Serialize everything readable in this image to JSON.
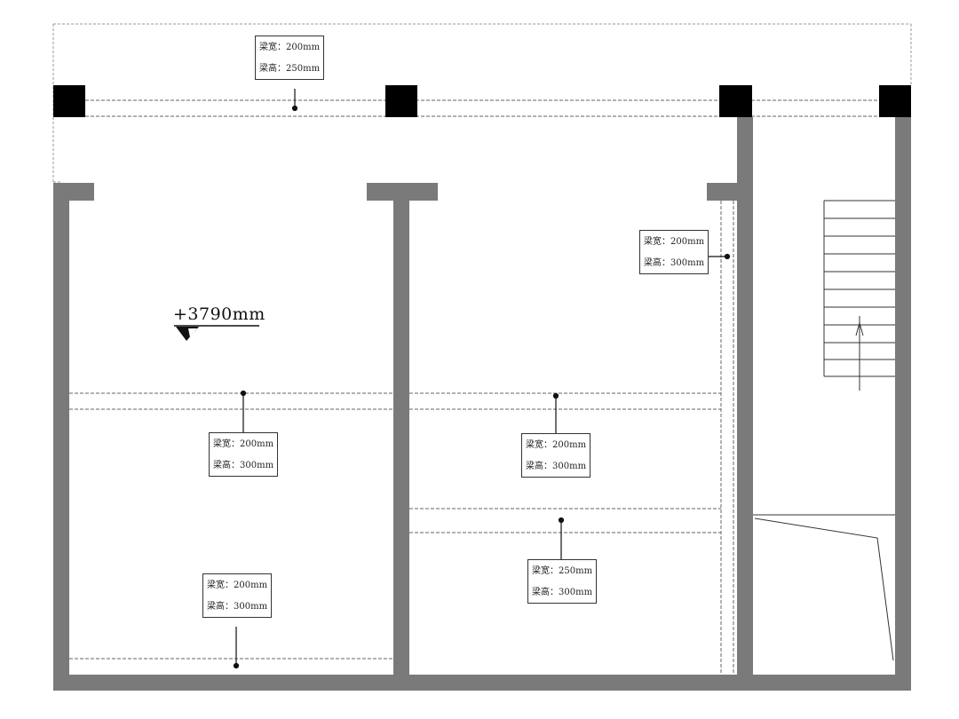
{
  "elevation": {
    "text": "+3790mm"
  },
  "beam_labels": [
    {
      "width": "梁宽：200mm",
      "height": "梁高：250mm"
    },
    {
      "width": "梁宽：200mm",
      "height": "梁高：300mm"
    },
    {
      "width": "梁宽：200mm",
      "height": "梁高：300mm"
    },
    {
      "width": "梁宽：200mm",
      "height": "梁高：300mm"
    },
    {
      "width": "梁宽：200mm",
      "height": "梁高：300mm"
    },
    {
      "width": "梁宽：250mm",
      "height": "梁高：300mm"
    }
  ],
  "colors": {
    "wall": "#7a7a7a",
    "column": "#000000",
    "dash": "#777777"
  }
}
